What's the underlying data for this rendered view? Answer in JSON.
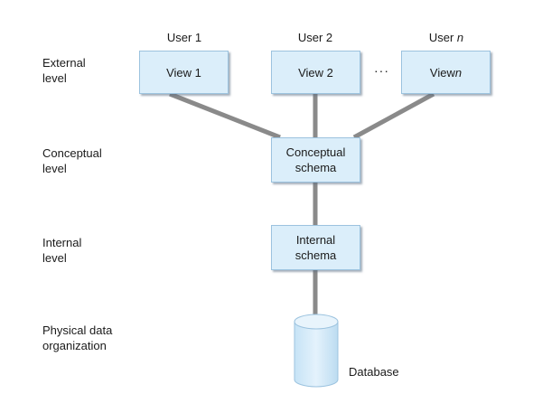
{
  "levels": {
    "external": "External\nlevel",
    "conceptual": "Conceptual\nlevel",
    "internal": "Internal\nlevel",
    "physical": "Physical data\norganization"
  },
  "users": [
    {
      "prefix": "User 1",
      "suffix": ""
    },
    {
      "prefix": "User 2",
      "suffix": ""
    },
    {
      "prefix": "User ",
      "suffix": "n"
    }
  ],
  "views": [
    {
      "prefix": "View 1",
      "suffix": ""
    },
    {
      "prefix": "View 2",
      "suffix": ""
    },
    {
      "prefix": "View ",
      "suffix": "n"
    }
  ],
  "ellipsis": "···",
  "conceptual_schema": "Conceptual\nschema",
  "internal_schema": "Internal\nschema",
  "database_label": "Database",
  "colors": {
    "box_fill": "#dbeefa",
    "box_border": "#9cc3df",
    "connector": "#8a8a8a"
  }
}
